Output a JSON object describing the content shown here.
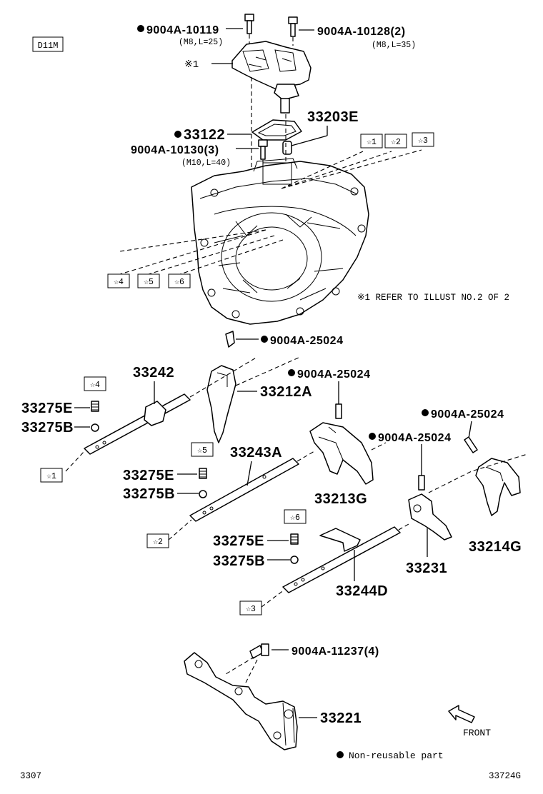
{
  "diagram": {
    "code": "D11M",
    "page_left": "3307",
    "page_right": "33724G",
    "refer_note": "※1 REFER TO ILLUST NO.2 OF 2",
    "legend_text": "Non-reusable part",
    "front_label": "FRONT",
    "ref_mark": "※1",
    "parts": {
      "bolt_10119": "9004A-10119",
      "bolt_10119_spec": "(M8,L=25)",
      "bolt_10128": "9004A-10128(2)",
      "bolt_10128_spec": "(M8,L=35)",
      "gasket_33122": "33122",
      "bolt_10130": "9004A-10130(3)",
      "bolt_10130_spec": "(M10,L=40)",
      "pin_33203e": "33203E",
      "pin_25024_a": "9004A-25024",
      "pin_25024_b": "9004A-25024",
      "pin_25024_c": "9004A-25024",
      "pin_25024_d": "9004A-25024",
      "shaft_33242": "33242",
      "fork_33212a": "33212A",
      "spring_33275e_1": "33275E",
      "ball_33275b_1": "33275B",
      "shaft_33243a": "33243A",
      "spring_33275e_2": "33275E",
      "ball_33275b_2": "33275B",
      "fork_33213g": "33213G",
      "spring_33275e_3": "33275E",
      "ball_33275b_3": "33275B",
      "shaft_33244d": "33244D",
      "head_33231": "33231",
      "fork_33214g": "33214G",
      "bolt_11237": "9004A-11237(4)",
      "plate_33221": "33221"
    },
    "stars": {
      "s1": "☆1",
      "s2": "☆2",
      "s3": "☆3",
      "s4": "☆4",
      "s5": "☆5",
      "s6": "☆6"
    }
  }
}
